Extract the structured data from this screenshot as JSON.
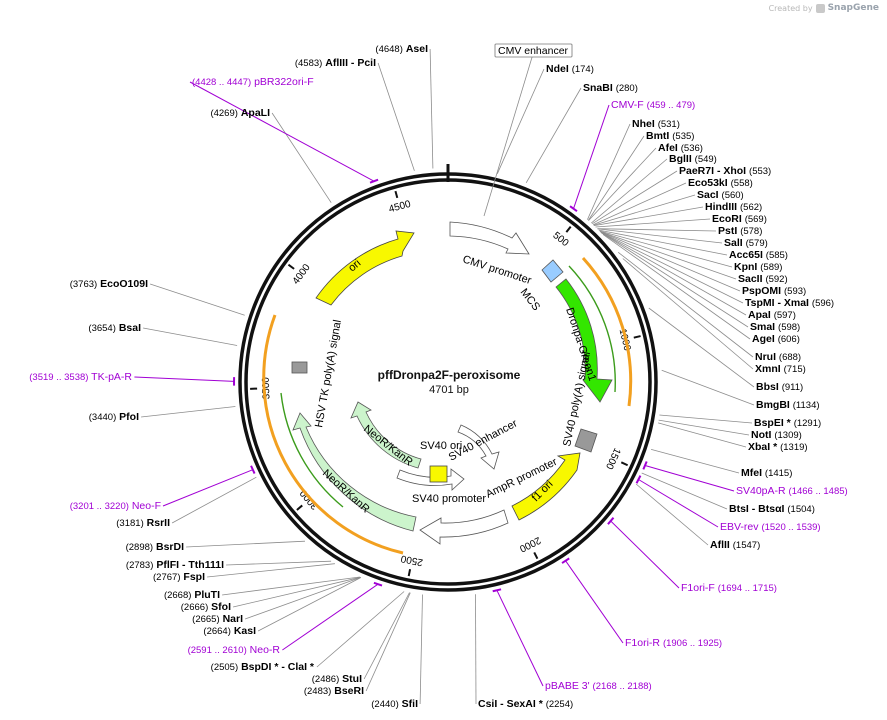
{
  "credit": {
    "prefix": "Created by",
    "brand": "SnapGene"
  },
  "plasmid": {
    "name": "pffDronpa2F-peroxisome",
    "size_label": "4701 bp",
    "length": 4701
  },
  "tick_labels": [
    "500",
    "1000",
    "1500",
    "2000",
    "2500",
    "3000",
    "3500",
    "4000",
    "4500"
  ],
  "enzymes": [
    {
      "name": "AseI",
      "pos": "(4648)",
      "site": 4648,
      "side": "L"
    },
    {
      "name": "AflIII  - PciI",
      "pos": "(4583)",
      "site": 4583,
      "side": "L"
    },
    {
      "name": "ApaLI",
      "pos": "(4269)",
      "site": 4269,
      "side": "L"
    },
    {
      "name": "NdeI",
      "pos": "(174)",
      "site": 174,
      "side": "R"
    },
    {
      "name": "SnaBI",
      "pos": "(280)",
      "site": 280,
      "side": "R"
    },
    {
      "name": "NheI",
      "pos": "(531)",
      "site": 531,
      "side": "R"
    },
    {
      "name": "BmtI",
      "pos": "(535)",
      "site": 535,
      "side": "R"
    },
    {
      "name": "AfeI",
      "pos": "(536)",
      "site": 536,
      "side": "R"
    },
    {
      "name": "BglII",
      "pos": "(549)",
      "site": 549,
      "side": "R"
    },
    {
      "name": "PaeR7I  - XhoI",
      "pos": "(553)",
      "site": 553,
      "side": "R"
    },
    {
      "name": "Eco53kI",
      "pos": "(558)",
      "site": 558,
      "side": "R"
    },
    {
      "name": "SacI",
      "pos": "(560)",
      "site": 560,
      "side": "R"
    },
    {
      "name": "HindIII",
      "pos": "(562)",
      "site": 562,
      "side": "R"
    },
    {
      "name": "EcoRI",
      "pos": "(569)",
      "site": 569,
      "side": "R"
    },
    {
      "name": "PstI",
      "pos": "(578)",
      "site": 578,
      "side": "R"
    },
    {
      "name": "SalI",
      "pos": "(579)",
      "site": 579,
      "side": "R"
    },
    {
      "name": "Acc65I",
      "pos": "(585)",
      "site": 585,
      "side": "R"
    },
    {
      "name": "KpnI",
      "pos": "(589)",
      "site": 589,
      "side": "R"
    },
    {
      "name": "SacII",
      "pos": "(592)",
      "site": 592,
      "side": "R"
    },
    {
      "name": "PspOMI",
      "pos": "(593)",
      "site": 593,
      "side": "R"
    },
    {
      "name": "TspMI  - XmaI",
      "pos": "(596)",
      "site": 596,
      "side": "R"
    },
    {
      "name": "ApaI",
      "pos": "(597)",
      "site": 597,
      "side": "R"
    },
    {
      "name": "SmaI",
      "pos": "(598)",
      "site": 598,
      "side": "R"
    },
    {
      "name": "AgeI",
      "pos": "(606)",
      "site": 606,
      "side": "R"
    },
    {
      "name": "NruI",
      "pos": "(688)",
      "site": 688,
      "side": "R"
    },
    {
      "name": "XmnI",
      "pos": "(715)",
      "site": 715,
      "side": "R"
    },
    {
      "name": "BbsI",
      "pos": "(911)",
      "site": 911,
      "side": "R"
    },
    {
      "name": "BmgBI",
      "pos": "(1134)",
      "site": 1134,
      "side": "R"
    },
    {
      "name": "BspEI *",
      "pos": "(1291)",
      "site": 1291,
      "side": "R"
    },
    {
      "name": "NotI",
      "pos": "(1309)",
      "site": 1309,
      "side": "R"
    },
    {
      "name": "XbaI *",
      "pos": "(1319)",
      "site": 1319,
      "side": "R"
    },
    {
      "name": "MfeI",
      "pos": "(1415)",
      "site": 1415,
      "side": "R"
    },
    {
      "name": "BtsI  - BtsαI",
      "pos": "(1504)",
      "site": 1504,
      "side": "R"
    },
    {
      "name": "AflII",
      "pos": "(1547)",
      "site": 1547,
      "side": "R"
    },
    {
      "name": "CsiI  - SexAI *",
      "pos": "(2254)",
      "site": 2254,
      "side": "R"
    },
    {
      "name": "SfiI",
      "pos": "(2440)",
      "site": 2440,
      "side": "L"
    },
    {
      "name": "BseRI",
      "pos": "(2483)",
      "site": 2483,
      "side": "L"
    },
    {
      "name": "StuI",
      "pos": "(2486)",
      "site": 2486,
      "side": "L"
    },
    {
      "name": "BspDI *  - ClaI *",
      "pos": "(2505)",
      "site": 2505,
      "side": "L"
    },
    {
      "name": "KasI",
      "pos": "(2664)",
      "site": 2664,
      "side": "L"
    },
    {
      "name": "NarI",
      "pos": "(2665)",
      "site": 2665,
      "side": "L"
    },
    {
      "name": "SfoI",
      "pos": "(2666)",
      "site": 2666,
      "side": "L"
    },
    {
      "name": "PluTI",
      "pos": "(2668)",
      "site": 2668,
      "side": "L"
    },
    {
      "name": "FspI",
      "pos": "(2767)",
      "site": 2767,
      "side": "L"
    },
    {
      "name": "PflFI  - Tth111I",
      "pos": "(2783)",
      "site": 2783,
      "side": "L"
    },
    {
      "name": "BsrDI",
      "pos": "(2898)",
      "site": 2898,
      "side": "L"
    },
    {
      "name": "RsrII",
      "pos": "(3181)",
      "site": 3181,
      "side": "L"
    },
    {
      "name": "PfoI",
      "pos": "(3440)",
      "site": 3440,
      "side": "L"
    },
    {
      "name": "BsaI",
      "pos": "(3654)",
      "site": 3654,
      "side": "L"
    },
    {
      "name": "EcoO109I",
      "pos": "(3763)",
      "site": 3763,
      "side": "L"
    }
  ],
  "primers": [
    {
      "name": "pBR322ori-F",
      "range": "(4428 .. 4447)",
      "site": 4437,
      "side": "L"
    },
    {
      "name": "CMV-F",
      "range": "(459 .. 479)",
      "site": 469,
      "side": "R"
    },
    {
      "name": "SV40pA-R",
      "range": "(1466 .. 1485)",
      "site": 1475,
      "side": "R"
    },
    {
      "name": "EBV-rev",
      "range": "(1520 .. 1539)",
      "site": 1529,
      "side": "R"
    },
    {
      "name": "F1ori-F",
      "range": "(1694 .. 1715)",
      "site": 1704,
      "side": "R"
    },
    {
      "name": "F1ori-R",
      "range": "(1906 .. 1925)",
      "site": 1915,
      "side": "R"
    },
    {
      "name": "pBABE 3'",
      "range": "(2168 .. 2188)",
      "site": 2178,
      "side": "R"
    },
    {
      "name": "Neo-R",
      "range": "(2591 .. 2610)",
      "site": 2600,
      "side": "L"
    },
    {
      "name": "Neo-F",
      "range": "(3201 .. 3220)",
      "site": 3210,
      "side": "L"
    },
    {
      "name": "TK-pA-R",
      "range": "(3519 .. 3538)",
      "site": 3528,
      "side": "L"
    }
  ],
  "features": [
    {
      "name": "CMV enhancer",
      "start": 4680,
      "end": 290,
      "color": "#ffffff",
      "type": "arrow"
    },
    {
      "name": "CMV promoter",
      "start": 291,
      "end": 494,
      "color": "#ffffff",
      "type": "arrow"
    },
    {
      "name": "MCS",
      "start": 510,
      "end": 610,
      "color": "#99ccff",
      "type": "box"
    },
    {
      "name": "Dronpa-Green1",
      "start": 620,
      "end": 1300,
      "color": "#33e600",
      "type": "arrow"
    },
    {
      "name": "SV40 poly(A) signal",
      "start": 1330,
      "end": 1450,
      "color": "#999999",
      "type": "box"
    },
    {
      "name": "f1 ori",
      "start": 1570,
      "end": 2000,
      "color": "#f8f800",
      "type": "arrow-rev"
    },
    {
      "name": "AmpR promoter",
      "start": 2010,
      "end": 2110,
      "color": "#ffffff",
      "type": "arrow-rev"
    },
    {
      "name": "SV40 promoter",
      "start": 2140,
      "end": 2470,
      "color": "#ffffff",
      "type": "arrow"
    },
    {
      "name": "SV40 enhancer",
      "start": 2190,
      "end": 2340,
      "color": "#ffffff",
      "type": "arrow"
    },
    {
      "name": "SV40 ori",
      "start": 2330,
      "end": 2460,
      "color": "#f8f800",
      "type": "box"
    },
    {
      "name": "NeoR/KanR",
      "start": 2510,
      "end": 3300,
      "color": "#ccf4cc",
      "type": "arrow"
    },
    {
      "name": "HSV TK poly(A) signal",
      "start": 3330,
      "end": 3370,
      "color": "#999999",
      "type": "box"
    },
    {
      "name": "ori",
      "start": 3900,
      "end": 4480,
      "color": "#f8f800",
      "type": "arrow-rev"
    }
  ]
}
